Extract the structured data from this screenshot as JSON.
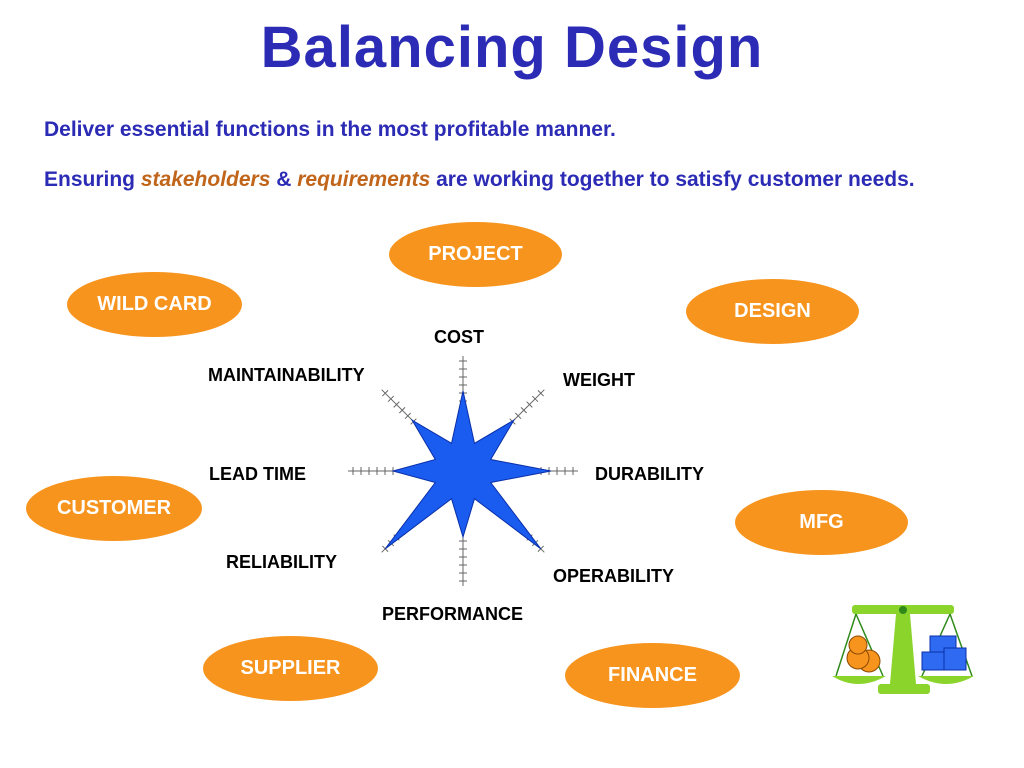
{
  "title": "Balancing Design",
  "intro": {
    "line1": "Deliver essential functions in the most profitable manner.",
    "line2_prefix": "Ensuring ",
    "line2_em1": "stakeholders",
    "line2_amp": " & ",
    "line2_em2": "requirements",
    "line2_suffix": " are working together to satisfy customer needs."
  },
  "stakeholders": {
    "project": "PROJECT",
    "wild_card": "WILD CARD",
    "design": "DESIGN",
    "customer": "CUSTOMER",
    "mfg": "MFG",
    "supplier": "SUPPLIER",
    "finance": "FINANCE"
  },
  "axes": {
    "cost": "COST",
    "weight": "WEIGHT",
    "durability": "DURABILITY",
    "operability": "OPERABILITY",
    "performance": "PERFORMANCE",
    "reliability": "RELIABILITY",
    "lead_time": "LEAD TIME",
    "maintainability": "MAINTAINABILITY"
  },
  "colors": {
    "title": "#2b2bb5",
    "emphasis": "#c0651a",
    "oval": "#f7941d",
    "star": "#1a5cf0",
    "scale": "#8bd42c"
  },
  "icons": {
    "star": "star-chart-icon",
    "scale": "balance-scale-icon"
  }
}
